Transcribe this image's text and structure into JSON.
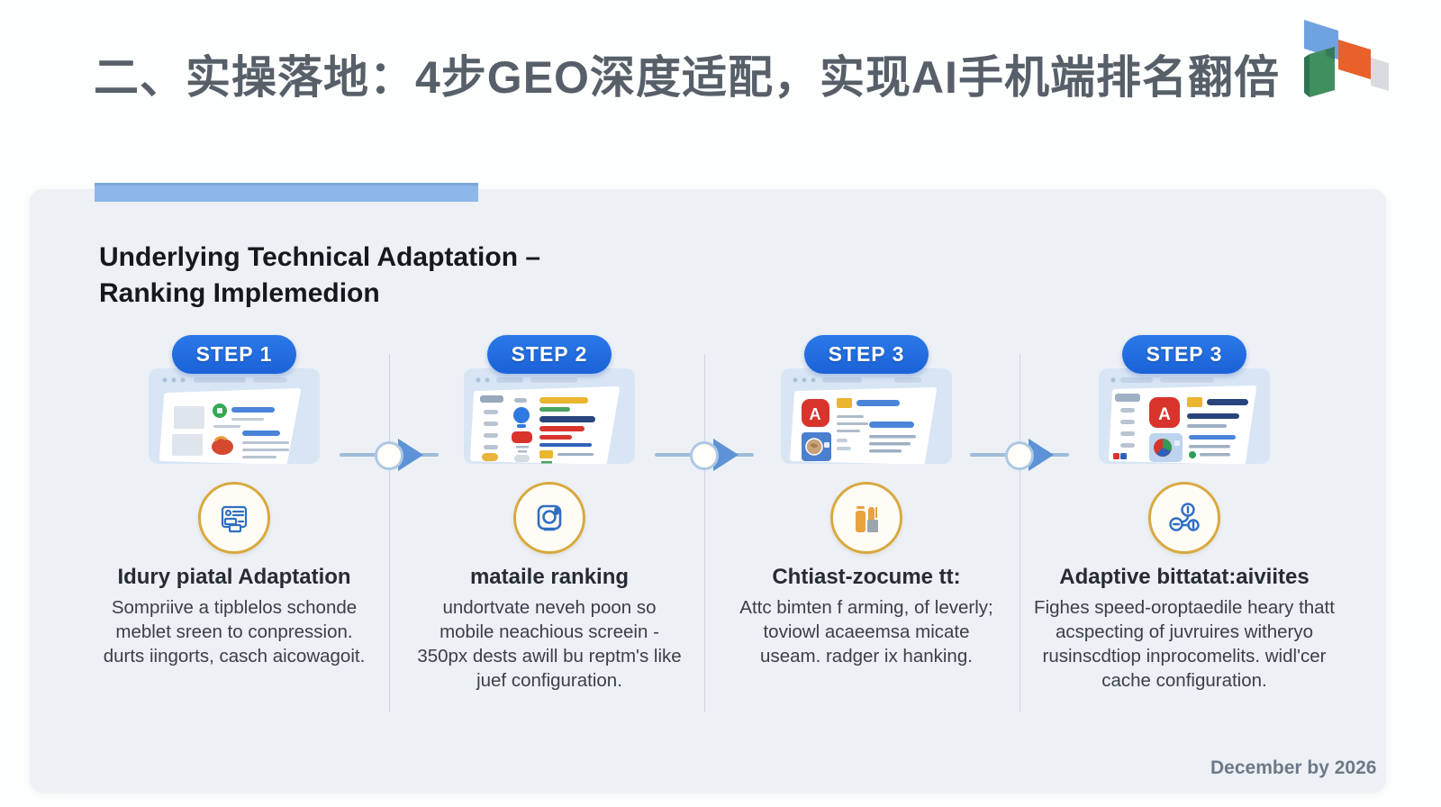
{
  "page": {
    "title": "二、实操落地：4步GEO深度适配，实现AI手机端排名翻倍",
    "date": "December by 2026"
  },
  "panel": {
    "heading_line1": "Underlying Technical Adaptation –",
    "heading_line2": "Ranking Implemedion"
  },
  "steps": [
    {
      "badge": "STEP 1",
      "icon": "document-form-icon",
      "title": "Idury piatal Adaptation",
      "body": "Sompriive a tipblelos schonde meblet sreen to conpression. durts iingorts, casch aicowagoit."
    },
    {
      "badge": "STEP 2",
      "icon": "camera-icon",
      "title": "mataile ranking",
      "body": "undortvate neveh poon so mobile neachious screein - 350px dests awill bu reptm's like juef configuration."
    },
    {
      "badge": "STEP 3",
      "icon": "bar-chart-icon",
      "title": "Chtiast-zocume tt:",
      "body": "Attc bimten f arming, of leverly; toviowl acaeemsa micate useam. radger ix hanking."
    },
    {
      "badge": "STEP 3",
      "icon": "network-nodes-icon",
      "title": "Adaptive bittatat:aiviites",
      "body": "Fighes speed-oroptaedile heary thatt acspecting of juvruires witheryo rusinscdtiop inprocomelits. widl'cer cache configuration."
    }
  ],
  "colors": {
    "badge_blue": "#1d6ce0",
    "accent_bar": "#8db7e9",
    "panel_bg": "#edf1f6",
    "gold_ring": "#d8a93f",
    "icon_blue": "#2f6fc2",
    "divider": "#ccd4de",
    "connector": "#9fbcd9",
    "arrow_blue": "#5e92d6",
    "logo_blue": "#6fa2e0",
    "logo_orange": "#e8602a",
    "logo_green": "#3f8f5f",
    "logo_gray": "#d9dcdf"
  }
}
